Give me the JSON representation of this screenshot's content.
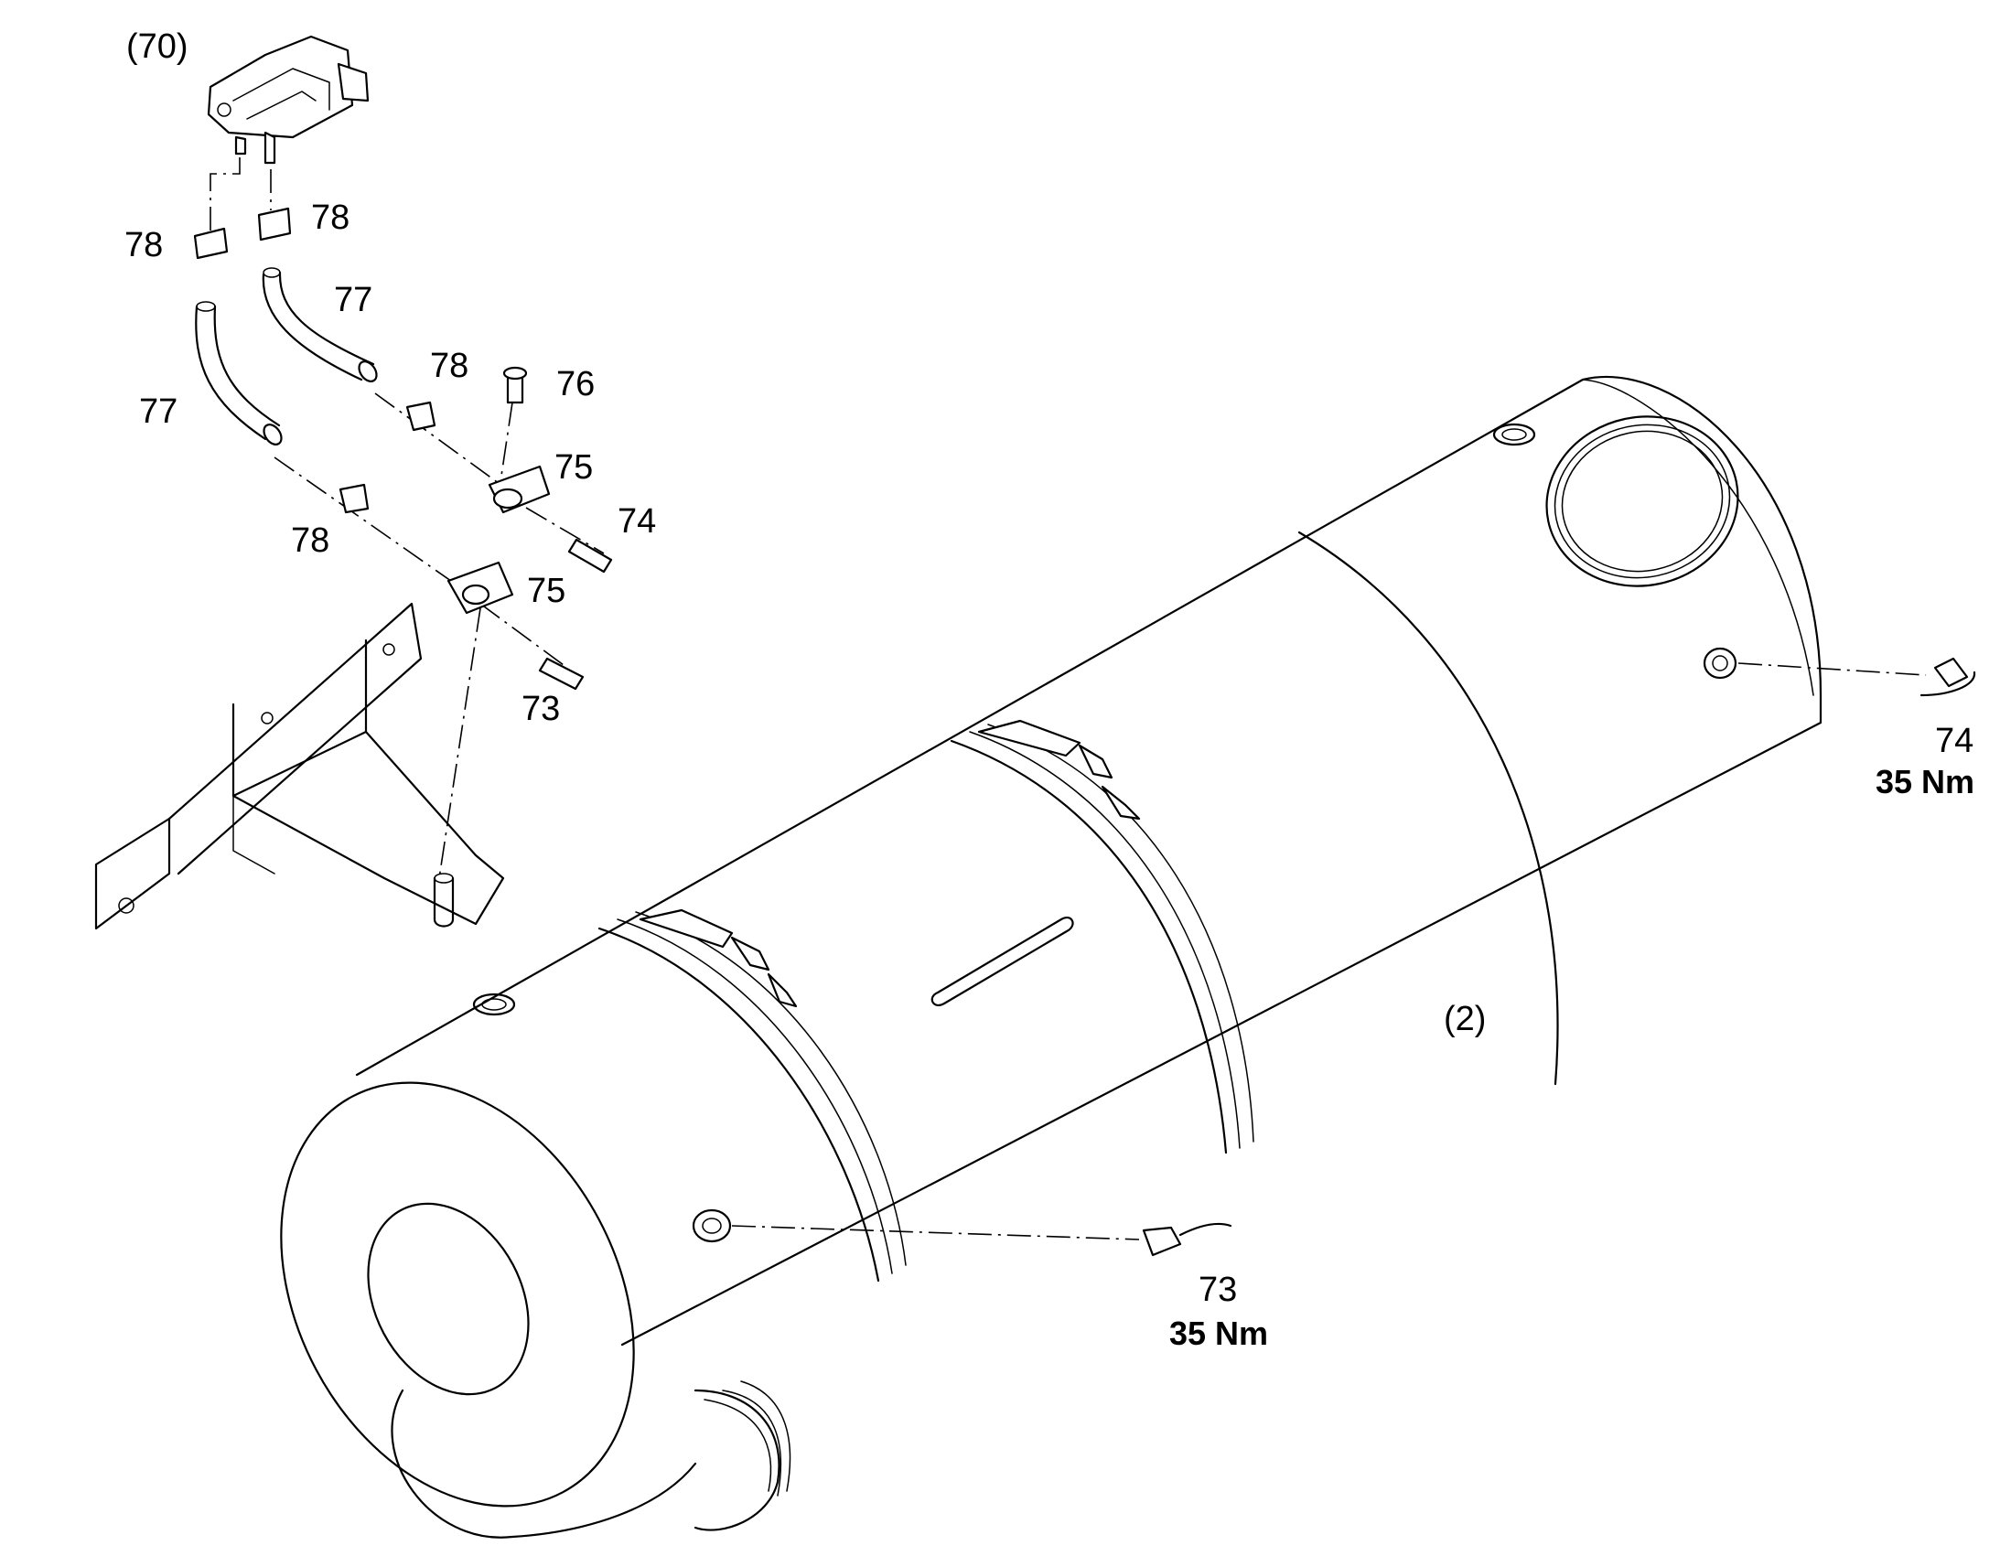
{
  "labels": {
    "assembly_70": "(70)",
    "assembly_2": "(2)",
    "part_73_upper": "73",
    "part_73_lower": "73",
    "part_74_upper": "74",
    "part_74_right": "74",
    "part_75_upper": "75",
    "part_75_lower": "75",
    "part_76": "76",
    "part_77_left": "77",
    "part_77_right": "77",
    "part_78_top_left": "78",
    "part_78_top_right": "78",
    "part_78_mid": "78",
    "part_78_lower": "78",
    "torque_73": "35 Nm",
    "torque_74": "35 Nm"
  }
}
